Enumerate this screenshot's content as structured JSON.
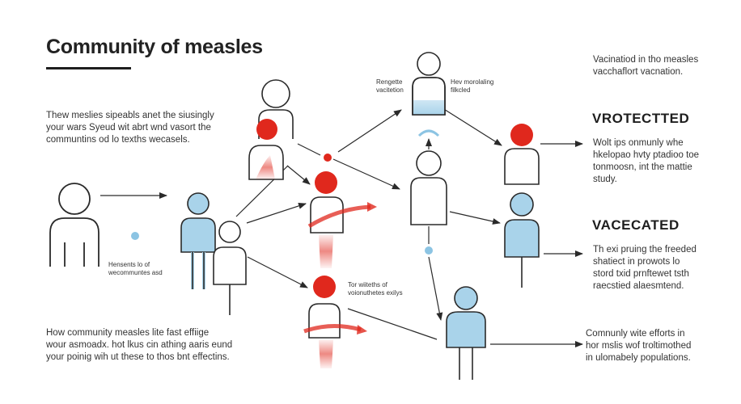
{
  "title": "Community of measles",
  "colors": {
    "infected": "#e0281d",
    "vaccinated": "#a9d3ea",
    "outline": "#2a2a2a",
    "dot_blue": "#8cc4e3"
  },
  "texts": {
    "intro": "Thew meslies sipeabls anet the siusingly\nyour wars Syeud wit abrt wnd vasort the\ncommuntins od lo texths wecasels.",
    "left_label": "Hensents lo of\nwecommuntes asd",
    "bottom_left": "How community measles lite fast effiige\nwour asmoadx. hot lkus cin athing aaris eund\nyour poinig wih ut these to thos bnt effectins.",
    "top_node_left": "Rengette\nvacitetion",
    "top_node_right": "Hev morolaling\nfilkcled",
    "center_small": "Tor wiiteths of\nvoionuthetes exilys",
    "top_right": "Vacinatiod in tho measles\nvacchaflort vacnation.",
    "heading_1": "VROTECTTED",
    "desc_1": "Wolt ips onmunly whe\nhkelopao hvty ptadioo toe\ntonmoosn, int the mattie\nstudy.",
    "heading_2": "VACECATED",
    "desc_2": "Th exi pruing the freeded\nshatiect in prowots lo\nstord txid prnftewet tsth\nraecstied alaesmtend.",
    "bottom_right": "Comnunly wite efforts in\nhor mslis wof troltimothed\nin ulomabely populations."
  }
}
